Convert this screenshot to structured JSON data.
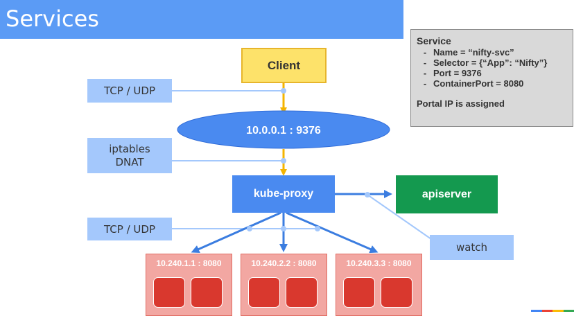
{
  "title": "Services",
  "service_box": {
    "heading": "Service",
    "items": [
      {
        "dash": "-",
        "text": "Name = “nifty-svc”"
      },
      {
        "dash": "-",
        "text": "Selector = {“App”: “Nifty”}"
      },
      {
        "dash": "-",
        "text": "Port = 9376"
      },
      {
        "dash": "-",
        "text": "ContainerPort = 8080"
      }
    ],
    "footer": "Portal IP is assigned"
  },
  "client": "Client",
  "portal_ip": "10.0.0.1 : 9376",
  "labels": {
    "tcp_udp_top": "TCP / UDP",
    "iptables": "iptables",
    "dnat": "DNAT",
    "tcp_udp_bottom": "TCP / UDP",
    "watch": "watch"
  },
  "kube_proxy": "kube-proxy",
  "apiserver": "apiserver",
  "pods": [
    {
      "label": "10.240.1.1 : 8080"
    },
    {
      "label": "10.240.2.2 : 8080"
    },
    {
      "label": "10.240.3.3 : 8080"
    }
  ],
  "colors": {
    "title_bar": "#5b9bf5",
    "client": "#fde26a",
    "ellipse": "#4a8af0",
    "kube_proxy": "#4a8af0",
    "apiserver": "#14994f",
    "pod_bg": "#f2a7a2",
    "container": "#d9382e",
    "label_bg": "#a4c8fc",
    "arrow_yellow": "#f4b400",
    "arrow_blue": "#3b7de0"
  }
}
